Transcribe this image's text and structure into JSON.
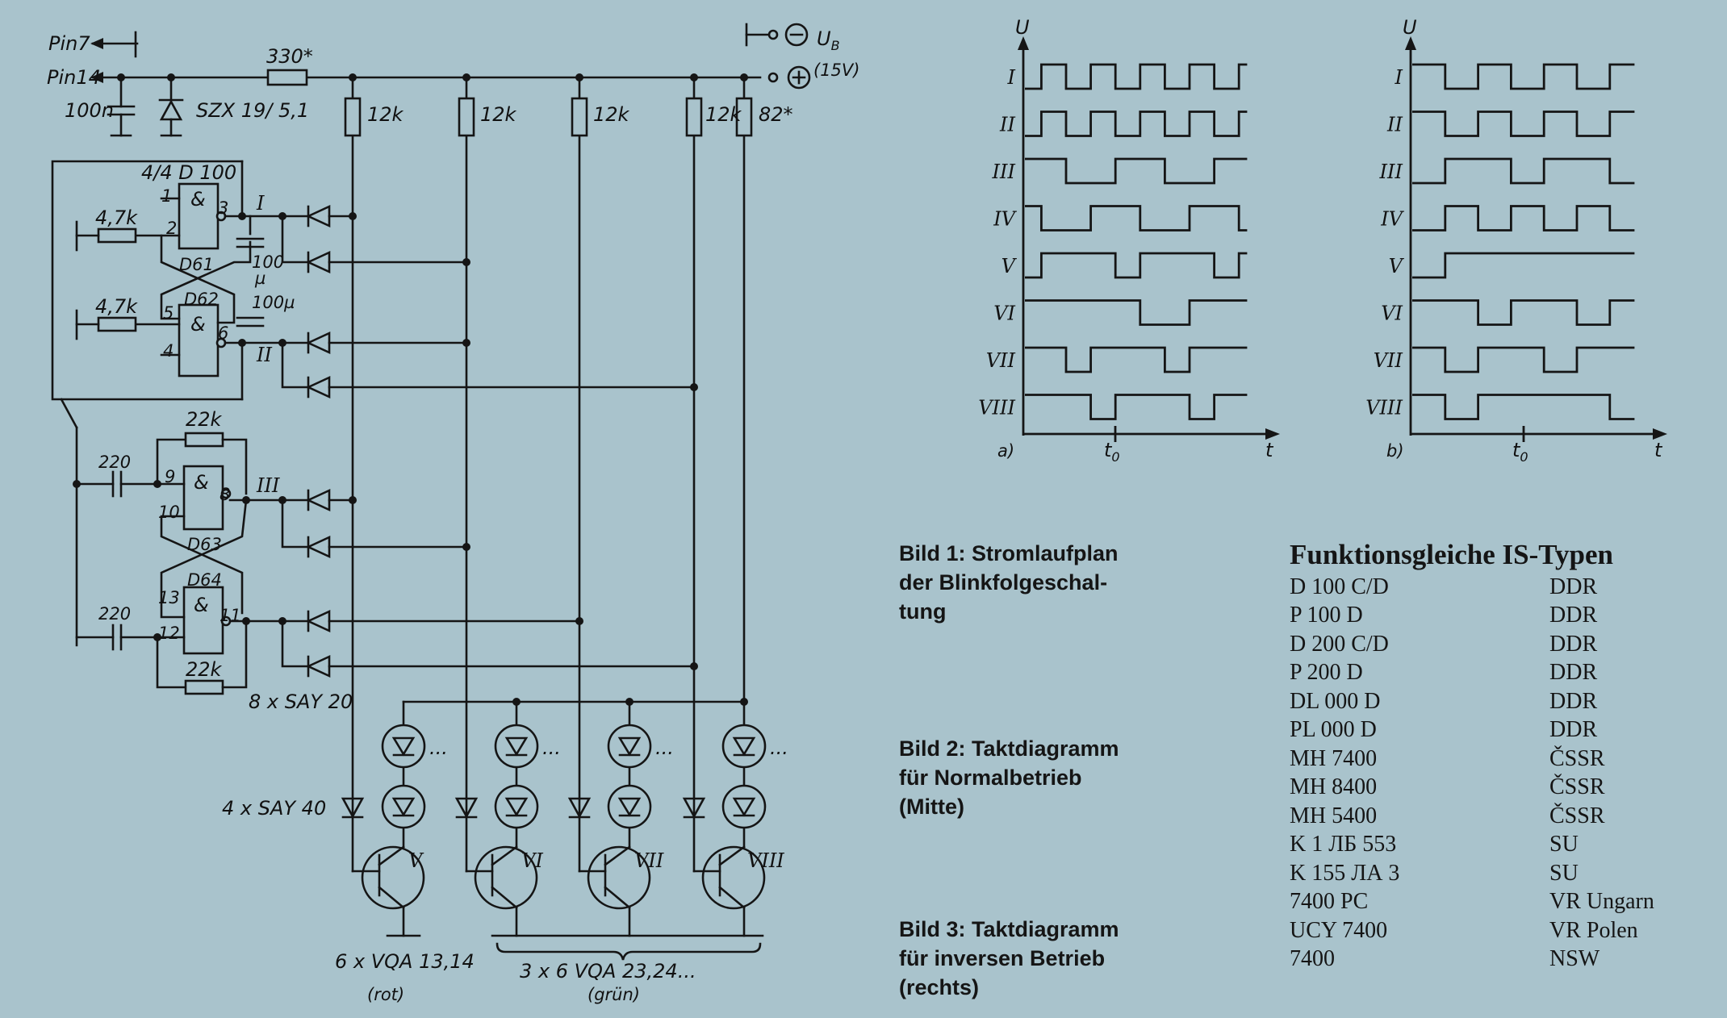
{
  "schematic": {
    "pin7": "Pin7",
    "pin14": "Pin14",
    "cap_100n": "100n",
    "zener": "SZX 19/ 5,1",
    "res_330": "330*",
    "ub": "U",
    "ub_sub": "B",
    "supply": "(15V)",
    "res_12k": "12k",
    "res_82": "82*",
    "ic": "4/4  D 100",
    "gate_d61": "D61",
    "gate_d62": "D62",
    "gate_d63": "D63",
    "gate_d64": "D64",
    "res_4k7": "4,7k",
    "res_22k": "22k",
    "cap_100u_a": "100",
    "cap_100u_a_unit": "µ",
    "cap_100u_b": "100µ",
    "cap_220": "220",
    "pin_1": "1",
    "pin_2": "2",
    "pin_3": "3",
    "pin_4": "4",
    "pin_5": "5",
    "pin_6": "6",
    "pin_8": "8",
    "pin_9": "9",
    "pin_10": "10",
    "pin_11": "11",
    "pin_12": "12",
    "pin_13": "13",
    "amp": "&",
    "diodes": "8 x SAY 20",
    "diodes_b": "4 x SAY 40",
    "node_I": "I",
    "node_II": "II",
    "node_III": "III",
    "t_V": "V",
    "t_VI": "VI",
    "t_VII": "VII",
    "t_VIII": "VIII",
    "led_dots": "...",
    "leds_red": "6 x VQA 13,14",
    "leds_red_color": "(rot)",
    "leds_green": "3 x 6  VQA 23,24...",
    "leds_green_color": "(grün)"
  },
  "timing": {
    "axis_u": "U",
    "axis_t": "t",
    "t0": "t",
    "t0_sub": "0",
    "rows": [
      "I",
      "II",
      "III",
      "IV",
      "V",
      "VI",
      "VII",
      "VIII"
    ],
    "label_a": "a)",
    "label_b": "b)"
  },
  "captions": {
    "bild1": [
      "Bild 1: Stromlaufplan",
      "der Blinkfolgeschal-",
      "tung"
    ],
    "bild2": [
      "Bild 2: Taktdiagramm",
      "für Normalbetrieb",
      "(Mitte)"
    ],
    "bild3": [
      "Bild 3: Taktdiagramm",
      "für inversen Betrieb",
      "(rechts)"
    ]
  },
  "table": {
    "title": "Funktionsgleiche IS-Typen",
    "rows": [
      [
        "D 100 C/D",
        "DDR"
      ],
      [
        "P 100 D",
        "DDR"
      ],
      [
        "D 200 C/D",
        "DDR"
      ],
      [
        "P 200 D",
        "DDR"
      ],
      [
        "DL 000 D",
        "DDR"
      ],
      [
        "PL 000 D",
        "DDR"
      ],
      [
        "MH 7400",
        "ČSSR"
      ],
      [
        "MH 8400",
        "ČSSR"
      ],
      [
        "MH 5400",
        "ČSSR"
      ],
      [
        "K 1 ЛБ 553",
        "SU"
      ],
      [
        "K 155 ЛА 3",
        "SU"
      ],
      [
        "7400 PC",
        "VR Ungarn"
      ],
      [
        "UCY 7400",
        "VR Polen"
      ],
      [
        "7400",
        "NSW"
      ]
    ]
  }
}
